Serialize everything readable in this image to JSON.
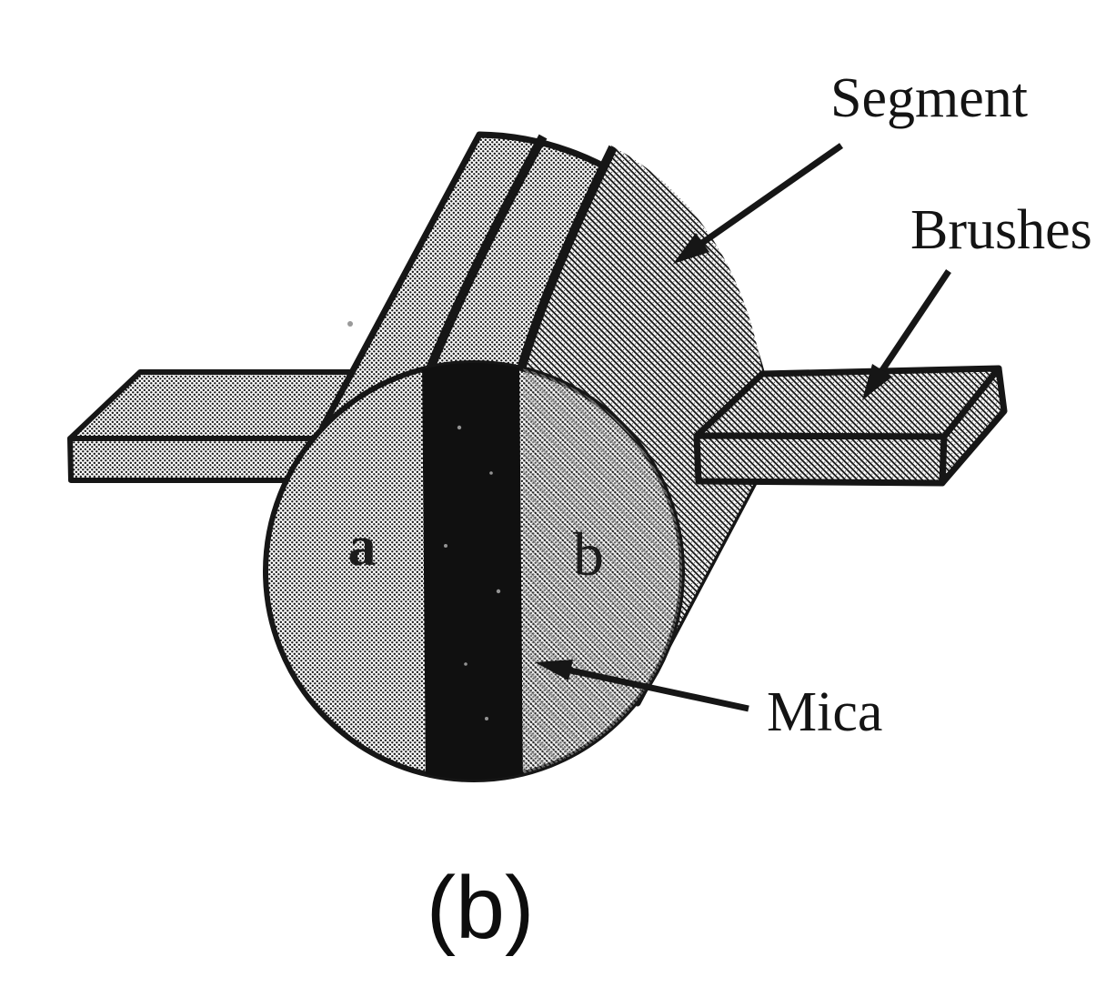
{
  "figure": {
    "labels": {
      "segment": "Segment",
      "brushes": "Brushes",
      "mica": "Mica",
      "segment_a": "a",
      "segment_b": "b"
    },
    "caption": "(b)",
    "colors": {
      "ink": "#161616",
      "paper": "#ffffff",
      "mica_fill": "#101010"
    }
  }
}
